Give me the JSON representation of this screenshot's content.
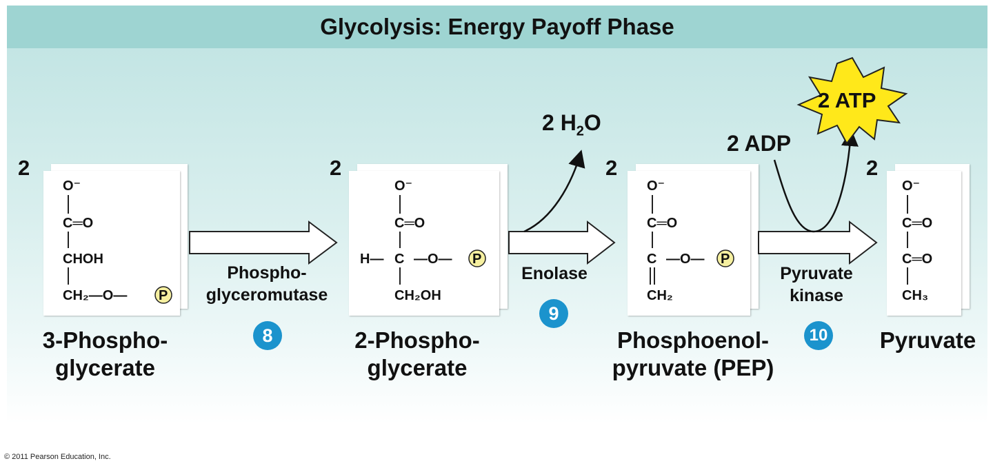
{
  "title": "Glycolysis: Energy Payoff Phase",
  "compounds": [
    {
      "coefficient": "2",
      "name_line1": "3-Phospho-",
      "name_line2": "glycerate"
    },
    {
      "coefficient": "2",
      "name_line1": "2-Phospho-",
      "name_line2": "glycerate"
    },
    {
      "coefficient": "2",
      "name_line1": "Phosphoenol-",
      "name_line2": "pyruvate (PEP)"
    },
    {
      "coefficient": "2",
      "name_line1": "",
      "name_line2": "Pyruvate"
    }
  ],
  "steps": [
    {
      "number": "8",
      "enzyme_line1": "Phospho-",
      "enzyme_line2": "glyceromutase"
    },
    {
      "number": "9",
      "enzyme_line1": "Enolase",
      "enzyme_line2": ""
    },
    {
      "number": "10",
      "enzyme_line1": "Pyruvate",
      "enzyme_line2": "kinase"
    }
  ],
  "molecules": {
    "pg3": {
      "carboxylate": "O⁻",
      "carbonyl": "C═O",
      "middle": "CHOH",
      "bottom": "CH₂—O—",
      "phosphate": "P"
    },
    "pg2": {
      "top": "O⁻",
      "carbonyl": "C═O",
      "h": "H—",
      "c": "C",
      "o": "—O—",
      "phosphate": "P",
      "bottom": "CH₂OH"
    },
    "pep": {
      "top": "O⁻",
      "carbonyl": "C═O",
      "c": "C",
      "o": "—O—",
      "phosphate": "P",
      "bottom": "CH₂"
    },
    "pyr": {
      "top": "O⁻",
      "carbonyl1": "C═O",
      "carbonyl2": "C═O",
      "bottom": "CH₃"
    }
  },
  "side_products": {
    "water_prefix": "2 H",
    "water_sub": "2",
    "water_suffix": "O",
    "adp": "2 ADP",
    "atp": "2 ATP"
  },
  "copyright": "© 2011 Pearson Education, Inc.",
  "colors": {
    "title_bar": "#9ed4d2",
    "step_badge": "#1b93cd",
    "atp_burst": "#ffe81a",
    "phosphate_circle": "#f6f0a0"
  }
}
